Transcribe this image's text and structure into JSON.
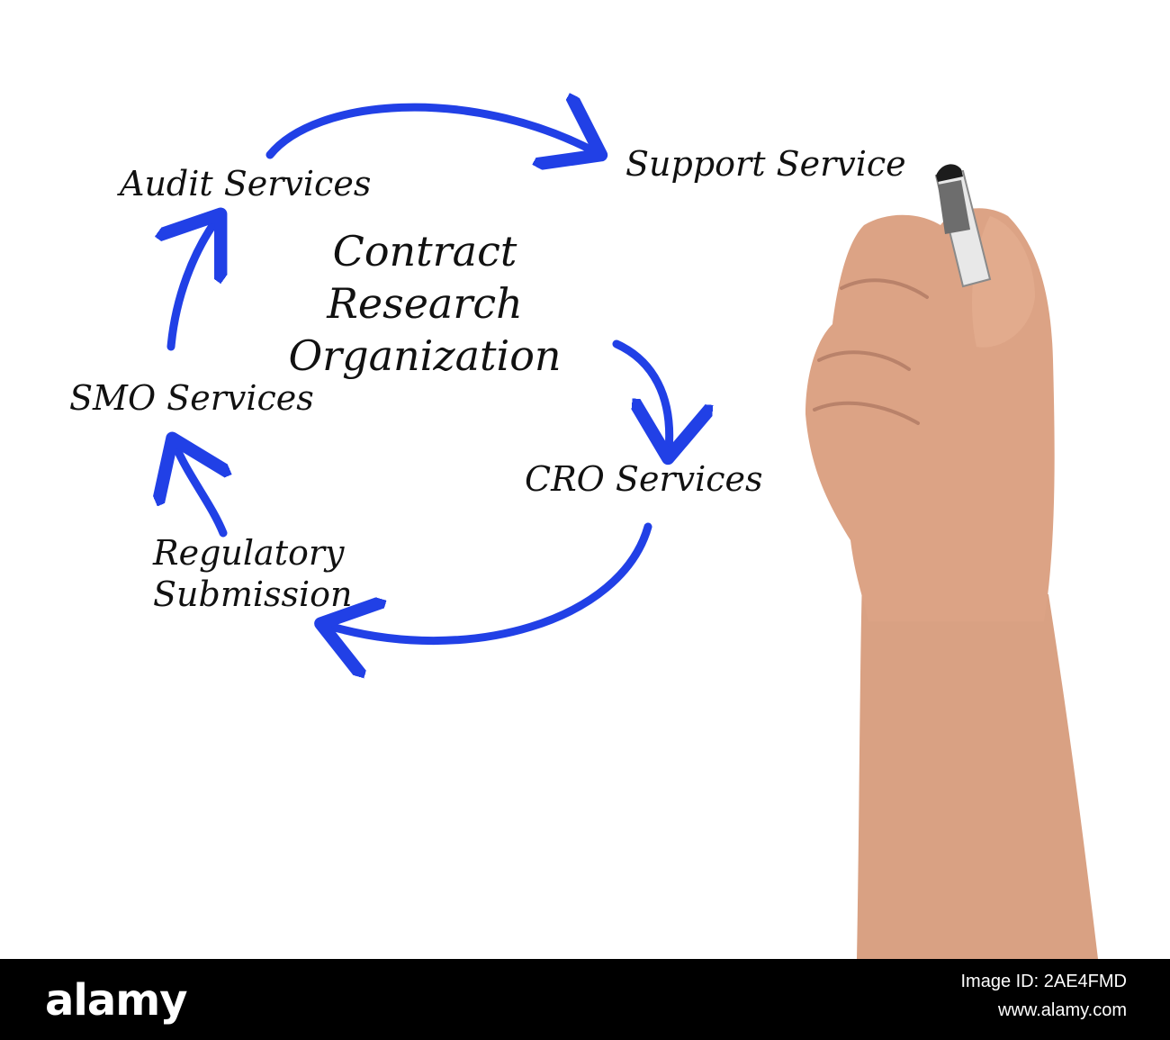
{
  "diagram": {
    "center_title": [
      "Contract",
      "Research",
      "Organization"
    ],
    "nodes": {
      "support": "Support Service",
      "audit": "Audit Services",
      "smo": "SMO Services",
      "cro": "CRO Services",
      "regulatory_line1": "Regulatory",
      "regulatory_line2": "Submission"
    },
    "arrow_color": "#2140e6",
    "text_color": "#111111"
  },
  "footer": {
    "logo": "alamy",
    "image_id": "Image ID: 2AE4FMD",
    "site": "www.alamy.com"
  }
}
